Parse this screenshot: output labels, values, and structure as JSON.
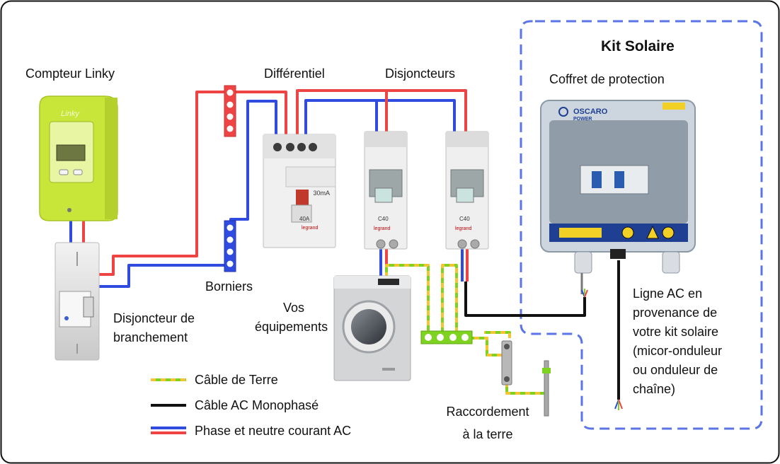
{
  "labels": {
    "compteur": "Compteur Linky",
    "linky_brand": "Linky",
    "differentiel": "Différentiel",
    "disjoncteurs": "Disjoncteurs",
    "kit_solaire": "Kit Solaire",
    "coffret": "Coffret de protection",
    "borniers": "Borniers",
    "disj_branchement_l1": "Disjoncteur de",
    "disj_branchement_l2": "branchement",
    "equipements_l1": "Vos",
    "equipements_l2": "équipements",
    "raccordement_l1": "Raccordement",
    "raccordement_l2": "à la terre",
    "ligne_ac": [
      "Ligne AC en",
      "provenance de",
      "votre kit solaire",
      "(micor-onduleur",
      "ou onduleur de",
      "chaîne)"
    ],
    "diff_rating": "30mA",
    "diff_amp": "40A",
    "breaker_rating": "C40",
    "brand": "legrand",
    "oscaro_l1": "OSCARO",
    "oscaro_l2": "POWER"
  },
  "legend": [
    {
      "label": "Câble de Terre",
      "style": "earth"
    },
    {
      "label": "Câble AC Monophasé",
      "style": "black"
    },
    {
      "label": "Phase et neutre courant AC",
      "style": "phase"
    }
  ],
  "colors": {
    "phase_red": "#ef4444",
    "neutral_blue": "#2f4be0",
    "earth_green": "#7ed321",
    "earth_yellow": "#f6c431",
    "ac_black": "#111111",
    "kit_border": "#5b74e6",
    "linky_body": "#c8e63a"
  }
}
